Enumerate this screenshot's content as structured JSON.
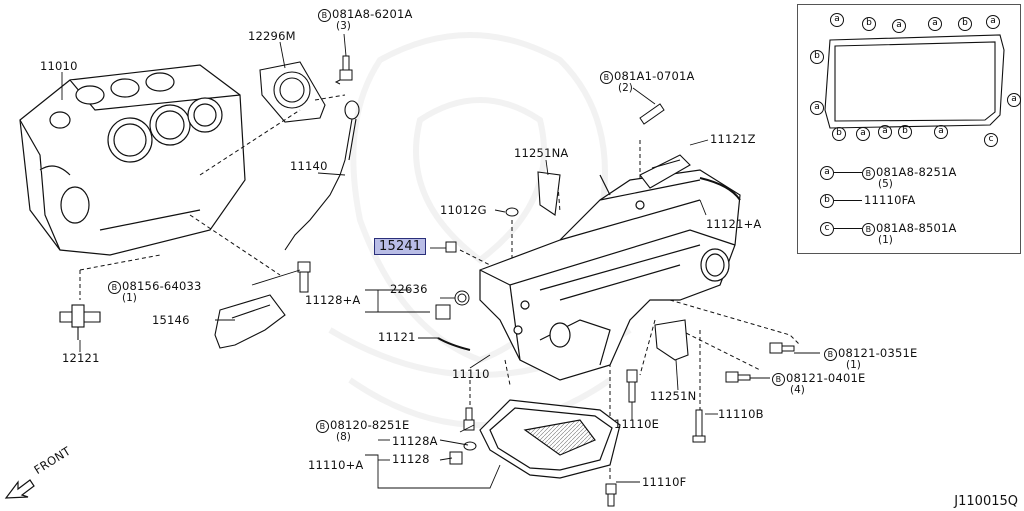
{
  "diagram_code": "J110015Q",
  "direction_label": "FRONT",
  "labels": {
    "p11010": "11010",
    "p12296M": "12296M",
    "bolt_081A8_6201A": "081A8-6201A",
    "qty_3": "(3)",
    "p11140": "11140",
    "bolt_08156_64033": "08156-64033",
    "qty_1a": "(1)",
    "p15146": "15146",
    "p12121": "12121",
    "p11251NA": "11251NA",
    "p11012G": "11012G",
    "p15241": "15241",
    "p11128A_group": "11128+A",
    "p22636": "22636",
    "p11121": "11121",
    "p11110": "11110",
    "bolt_081A1_0701A": "081A1-0701A",
    "qty_2": "(2)",
    "p11121Z": "11121Z",
    "p11121A": "11121+A",
    "bolt_08121_0351E": "08121-0351E",
    "qty_1b": "(1)",
    "bolt_08121_0401E": "08121-0401E",
    "qty_4": "(4)",
    "p11251N": "11251N",
    "p11110E": "11110E",
    "p11110B": "11110B",
    "bolt_08120_8251E": "08120-8251E",
    "qty_8": "(8)",
    "p11128A": "11128A",
    "p11128": "11128",
    "p11110A_group": "11110+A",
    "p11110F": "11110F"
  },
  "legend": {
    "a_code": "081A8-8251A",
    "a_qty": "(5)",
    "b_code": "11110FA",
    "c_code": "081A8-8501A",
    "c_qty": "(1)",
    "mark_a": "a",
    "mark_b": "b",
    "mark_c": "c",
    "mark_B": "B"
  }
}
